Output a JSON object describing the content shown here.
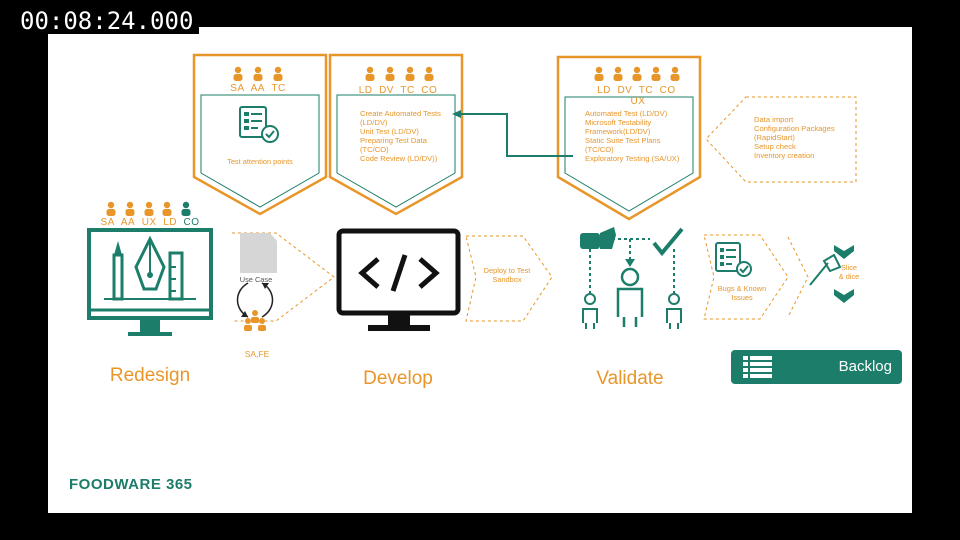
{
  "timecode": "00:08:24.000",
  "panels": {
    "redesign_shield": {
      "roles": [
        "SA",
        "AA",
        "TC"
      ],
      "caption": "Test attention points"
    },
    "develop_shield": {
      "roles": [
        "LD",
        "DV",
        "TC",
        "CO"
      ],
      "items": [
        "Create Automated Tests",
        "(LD/DV)",
        "Unit Test (LD/DV)",
        "Preparing Test Data",
        "(TC/CO)",
        "Code Review (LD/DV))"
      ]
    },
    "validate_shield": {
      "roles": [
        "LD",
        "DV",
        "TC",
        "CO",
        "UX"
      ],
      "items": [
        "Automated Test (LD/DV)",
        "Microsoft Testability",
        "Framework(LD/DV)",
        "Static Suite Test Plans",
        "(TC/CO)",
        "Exploratory Testing (SA/UX)"
      ]
    },
    "setup_chevron": {
      "items": [
        "Data import",
        "Configuration Packages",
        "(RapidStart)",
        "Setup check",
        "Inventory creation"
      ]
    }
  },
  "stages": {
    "redesign": {
      "label": "Redesign",
      "roles": [
        "SA",
        "AA",
        "UX",
        "LD",
        "CO"
      ],
      "use_case": "Use Case",
      "people": "SA,FE"
    },
    "develop": {
      "label": "Develop",
      "deploy": [
        "Deploy to Test",
        "Sandbox"
      ]
    },
    "validate": {
      "label": "Validate",
      "bugs": [
        "Bugs & Known",
        "Issues"
      ],
      "slice": [
        "Slice",
        "& dice"
      ]
    }
  },
  "backlog": {
    "label": "Backlog"
  },
  "logo": "FOODWARE 365",
  "colors": {
    "teal": "#1B7D6A",
    "orange": "#E8962A",
    "dark": "#111111"
  },
  "icons": [
    "person-icon",
    "checklist-icon",
    "monitor-pen-icon",
    "code-monitor-icon",
    "thumbs-up-icon",
    "checkmark-icon",
    "axe-icon",
    "chevron-icon",
    "list-icon"
  ]
}
